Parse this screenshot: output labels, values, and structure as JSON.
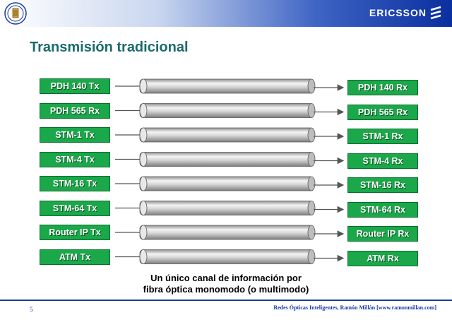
{
  "header": {
    "brand": "ERICSSON",
    "logo_icon": "university-seal-icon"
  },
  "title": "Transmisión tradicional",
  "channels": [
    {
      "tx": "PDH 140 Tx",
      "rx": "PDH 140 Rx"
    },
    {
      "tx": "PDH 565 Rx",
      "rx": "PDH 565 Rx"
    },
    {
      "tx": "STM-1 Tx",
      "rx": "STM-1 Rx"
    },
    {
      "tx": "STM-4 Tx",
      "rx": "STM-4 Rx"
    },
    {
      "tx": "STM-16 Tx",
      "rx": "STM-16 Rx"
    },
    {
      "tx": "STM-64 Tx",
      "rx": "STM-64 Rx"
    },
    {
      "tx": "Router IP Tx",
      "rx": "Router IP Rx"
    },
    {
      "tx": "ATM Tx",
      "rx": "ATM Rx"
    }
  ],
  "caption": {
    "line1": "Un único canal de información por",
    "line2": "fibra óptica monomodo (o multimodo)"
  },
  "footer": {
    "page": "5",
    "credit": "Redes Ópticas Inteligentes, Ramón Millán [www.ramonmillan.com]"
  },
  "colors": {
    "box": "#1aa84a",
    "title": "#1a6b6b",
    "accent": "#1a3aa0"
  }
}
